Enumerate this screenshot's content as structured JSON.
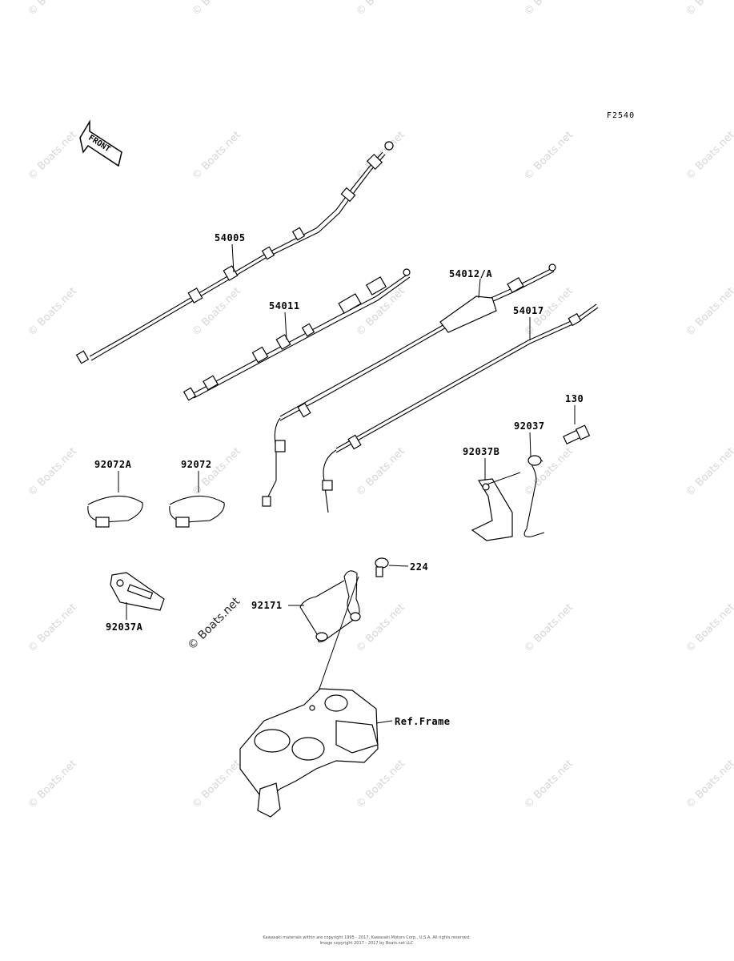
{
  "figure_code": "F2540",
  "front_arrow_label": "FRONT",
  "watermark": "© Boats.net",
  "labels": {
    "p54005": "54005",
    "p54011": "54011",
    "p54012a": "54012/A",
    "p54017": "54017",
    "p130": "130",
    "p92037": "92037",
    "p92037b": "92037B",
    "p92072a": "92072A",
    "p92072": "92072",
    "p224": "224",
    "p92171": "92171",
    "p92037a": "92037A",
    "ref_frame": "Ref.Frame"
  },
  "footer_line1": "Kawasaki materials within are copyright 1995 - 2017, Kawasaki Motors Corp., U.S.A. All rights reserved.",
  "footer_line2": "Image copyright 2017 - 2017 by Boats.net LLC"
}
